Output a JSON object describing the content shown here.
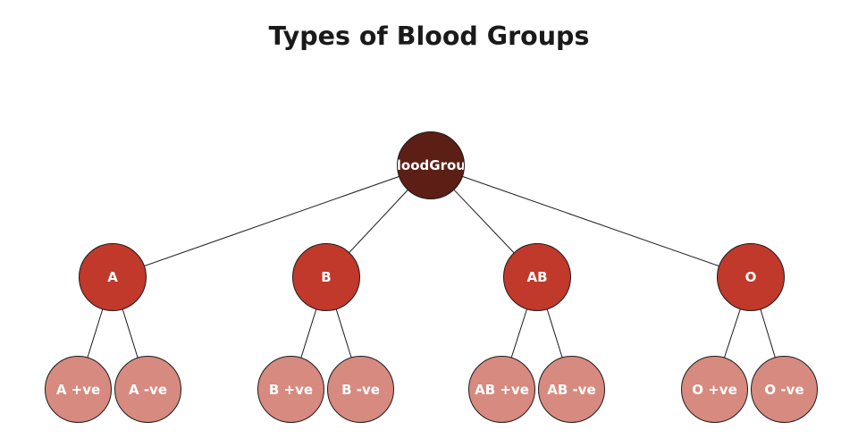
{
  "title": "Types of Blood Groups",
  "colors": {
    "background": "#ffffff",
    "title_text": "#1a1a1a",
    "root_fill": "#5C1F15",
    "group_fill": "#C0392B",
    "leaf_fill": "#D78A7F",
    "node_border": "#1b1b1b",
    "node_text": "#ffffff",
    "edge_line": "#1a1a1a"
  },
  "diagram": {
    "type": "tree",
    "levels": [
      "root",
      "blood-group",
      "rh-variant"
    ]
  },
  "nodes": [
    {
      "id": "bloodgroup",
      "label": "BloodGroup",
      "level": "root",
      "parent": null
    },
    {
      "id": "a",
      "label": "A",
      "level": "group",
      "parent": "bloodgroup"
    },
    {
      "id": "b",
      "label": "B",
      "level": "group",
      "parent": "bloodgroup"
    },
    {
      "id": "ab",
      "label": "AB",
      "level": "group",
      "parent": "bloodgroup"
    },
    {
      "id": "o",
      "label": "O",
      "level": "group",
      "parent": "bloodgroup"
    },
    {
      "id": "a-pos",
      "label": "A +ve",
      "level": "leaf",
      "parent": "a"
    },
    {
      "id": "a-neg",
      "label": "A -ve",
      "level": "leaf",
      "parent": "a"
    },
    {
      "id": "b-pos",
      "label": "B +ve",
      "level": "leaf",
      "parent": "b"
    },
    {
      "id": "b-neg",
      "label": "B -ve",
      "level": "leaf",
      "parent": "b"
    },
    {
      "id": "ab-pos",
      "label": "AB +ve",
      "level": "leaf",
      "parent": "ab"
    },
    {
      "id": "ab-neg",
      "label": "AB -ve",
      "level": "leaf",
      "parent": "ab"
    },
    {
      "id": "o-pos",
      "label": "O +ve",
      "level": "leaf",
      "parent": "o"
    },
    {
      "id": "o-neg",
      "label": "O -ve",
      "level": "leaf",
      "parent": "o"
    }
  ],
  "edges": [
    [
      "bloodgroup",
      "a"
    ],
    [
      "bloodgroup",
      "b"
    ],
    [
      "bloodgroup",
      "ab"
    ],
    [
      "bloodgroup",
      "o"
    ],
    [
      "a",
      "a-pos"
    ],
    [
      "a",
      "a-neg"
    ],
    [
      "b",
      "b-pos"
    ],
    [
      "b",
      "b-neg"
    ],
    [
      "ab",
      "ab-pos"
    ],
    [
      "ab",
      "ab-neg"
    ],
    [
      "o",
      "o-pos"
    ],
    [
      "o",
      "o-neg"
    ]
  ]
}
